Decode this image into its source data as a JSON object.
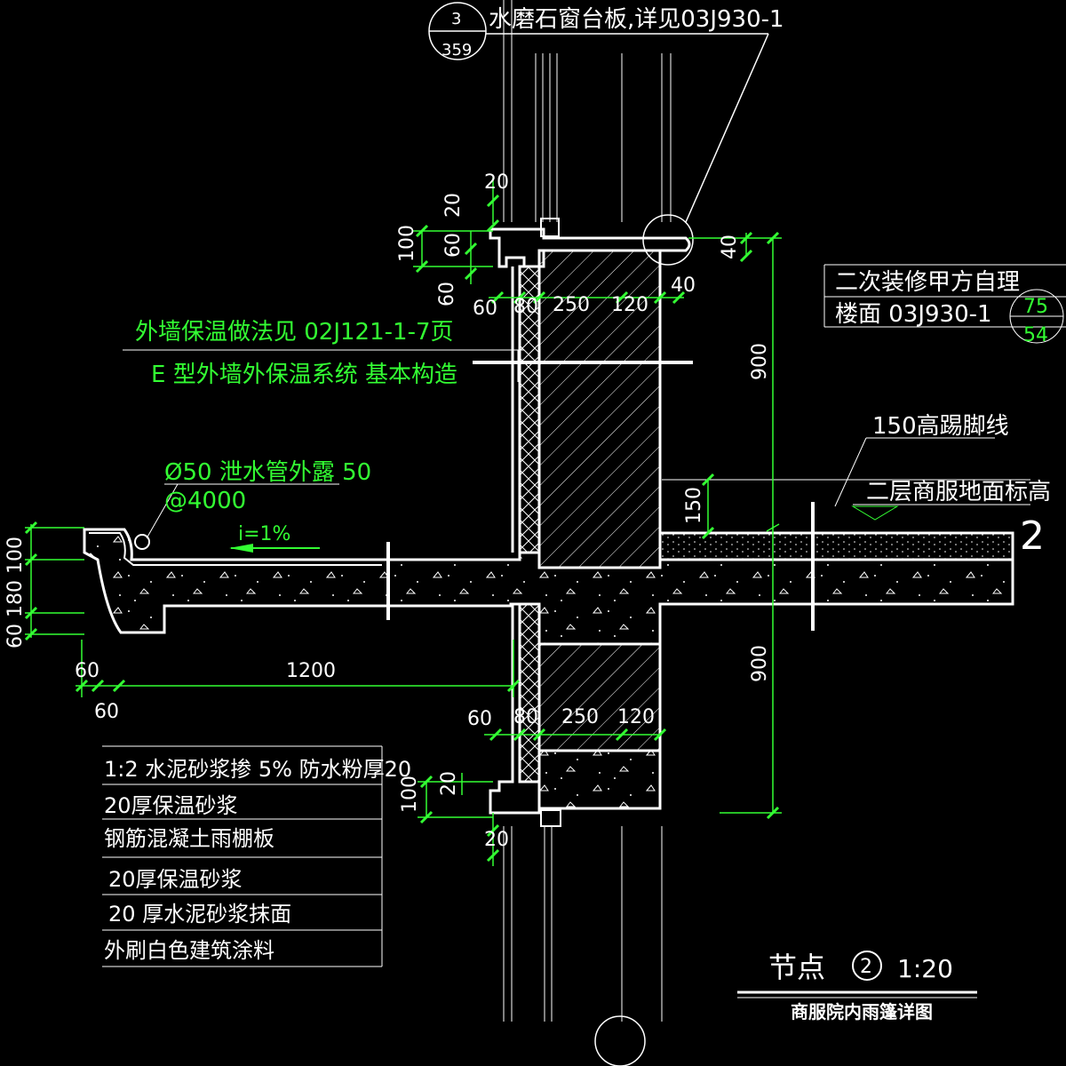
{
  "drawing": {
    "title": "节点",
    "node_no": "2",
    "scale": "1:20",
    "subtitle": "商服院内雨篷详图",
    "colors": {
      "background": "#000000",
      "line": "#ffffff",
      "annotation": "#33ff33",
      "hatch": "#ffffff"
    }
  },
  "callouts": {
    "window_sill": {
      "text": "水磨石窗台板,详见03J930-1",
      "detail_no": "3",
      "sheet_no": "359"
    },
    "insulation_1": "外墙保温做法见 02J121-1-7页",
    "insulation_2": "E 型外墙外保温系统 基本构造",
    "drain_1": "Ø50 泄水管外露 50",
    "drain_2": "@4000",
    "slope": "i=1%",
    "floor_note_1": "二次装修甲方自理",
    "floor_note_2": "楼面 03J930-1",
    "floor_ref_top": "75",
    "floor_ref_bottom": "54",
    "skirting": "150高踢脚线",
    "floor_level": "二层商服地面标高",
    "axis_label": "2"
  },
  "layers": [
    "1:2 水泥砂浆掺 5%  防水粉厚20",
    "20厚保温砂浆",
    "钢筋混凝土雨棚板",
    "20厚保温砂浆",
    "20 厚水泥砂浆抹面",
    "外刷白色建筑涂料"
  ],
  "dimensions": {
    "top_20": "20",
    "top_20b": "20",
    "top_100": "100",
    "top_60": "60",
    "top_60b": "60",
    "top_40": "40",
    "top_row": [
      "60",
      "80",
      "250",
      "120",
      "40"
    ],
    "right_900_top": "900",
    "right_900_bottom": "900",
    "skirting_150": "150",
    "left_vertical": "60 180 100",
    "bottom_60a": "60",
    "bottom_60b": "60",
    "bottom_1200": "1200",
    "lower_row": [
      "60",
      "80",
      "250",
      "120"
    ],
    "lower_100": "100",
    "lower_20": "20",
    "lower_20b": "20"
  }
}
